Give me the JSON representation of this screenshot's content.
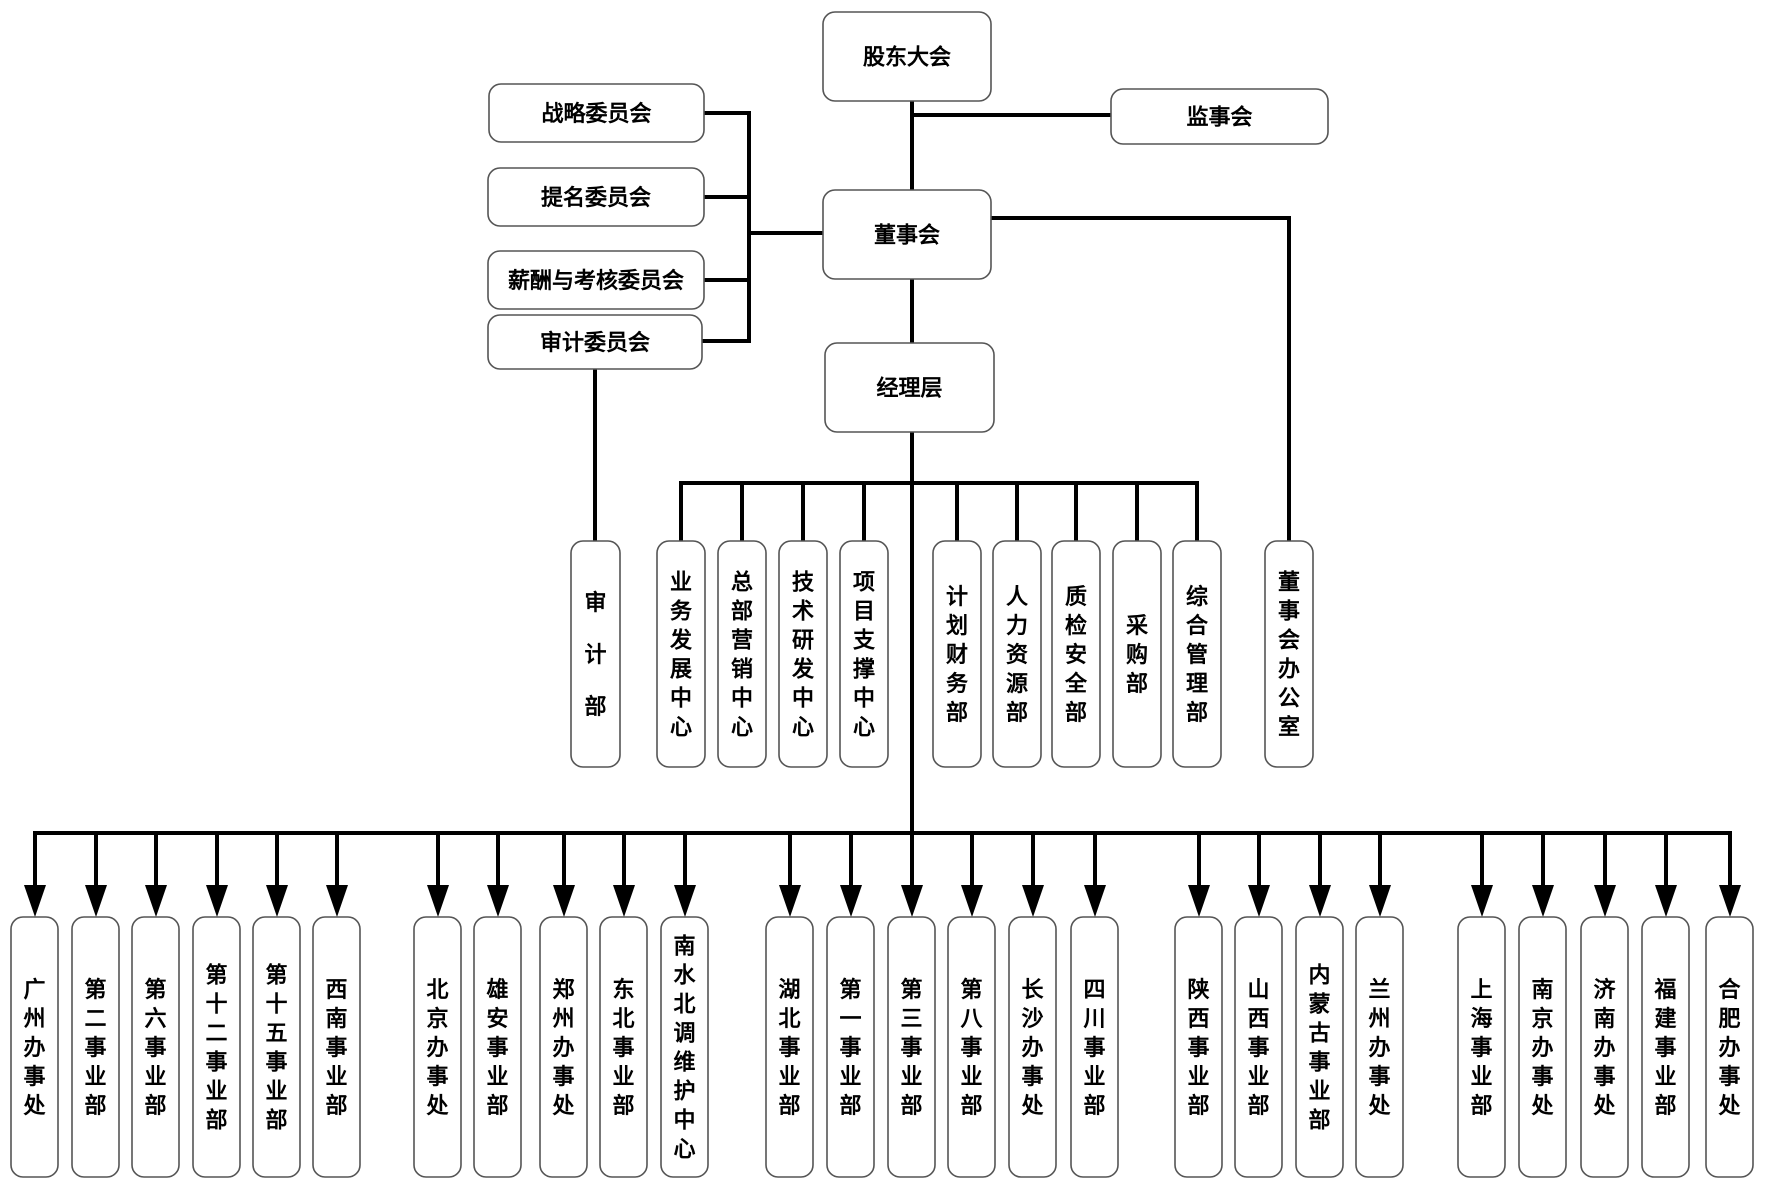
{
  "top": {
    "shareholders": "股东大会",
    "supervisors": "监事会",
    "board": "董事会",
    "management": "经理层"
  },
  "committees": [
    "战略委员会",
    "提名委员会",
    "薪酬与考核委员会",
    "审计委员会"
  ],
  "audit_department": "审计部",
  "board_office": "董事会办公室",
  "functional_departments": [
    "业务发展中心",
    "总部营销中心",
    "技术研发中心",
    "项目支撑中心",
    "计划财务部",
    "人力资源部",
    "质检安全部",
    "采购部",
    "综合管理部"
  ],
  "business_units": [
    "广州办事处",
    "第二事业部",
    "第六事业部",
    "第十二事业部",
    "第十五事业部",
    "西南事业部",
    "北京办事处",
    "雄安事业部",
    "郑州办事处",
    "东北事业部",
    "南水北调维护中心",
    "湖北事业部",
    "第一事业部",
    "第三事业部",
    "第八事业部",
    "长沙办事处",
    "四川事业部",
    "陕西事业部",
    "山西事业部",
    "内蒙古事业部",
    "兰州办事处",
    "上海事业部",
    "南京办事处",
    "济南办事处",
    "福建事业部",
    "合肥办事处"
  ]
}
